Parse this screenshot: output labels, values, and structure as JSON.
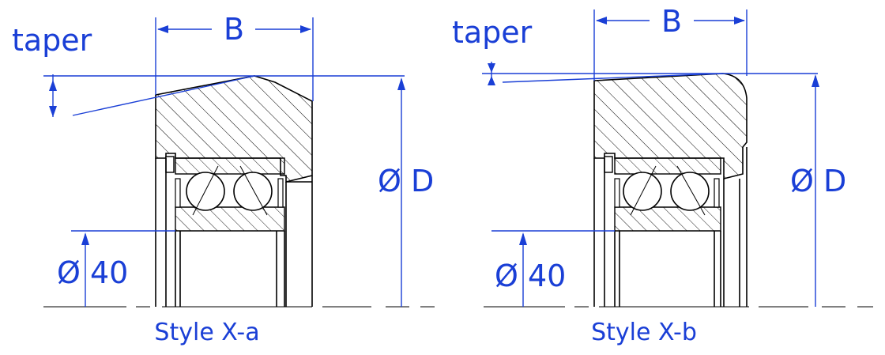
{
  "drawings": [
    {
      "id": "x-a",
      "caption": "Style X-a",
      "taper_label": "taper",
      "width_label": "B",
      "outer_diameter_label": "Ø D",
      "bore_diameter_label": "Ø 40"
    },
    {
      "id": "x-b",
      "caption": "Style X-b",
      "taper_label": "taper",
      "width_label": "B",
      "outer_diameter_label": "Ø D",
      "bore_diameter_label": "Ø 40"
    }
  ],
  "colors": {
    "dimension": "#1a3fd6",
    "outline": "#000000",
    "background": "#ffffff"
  }
}
